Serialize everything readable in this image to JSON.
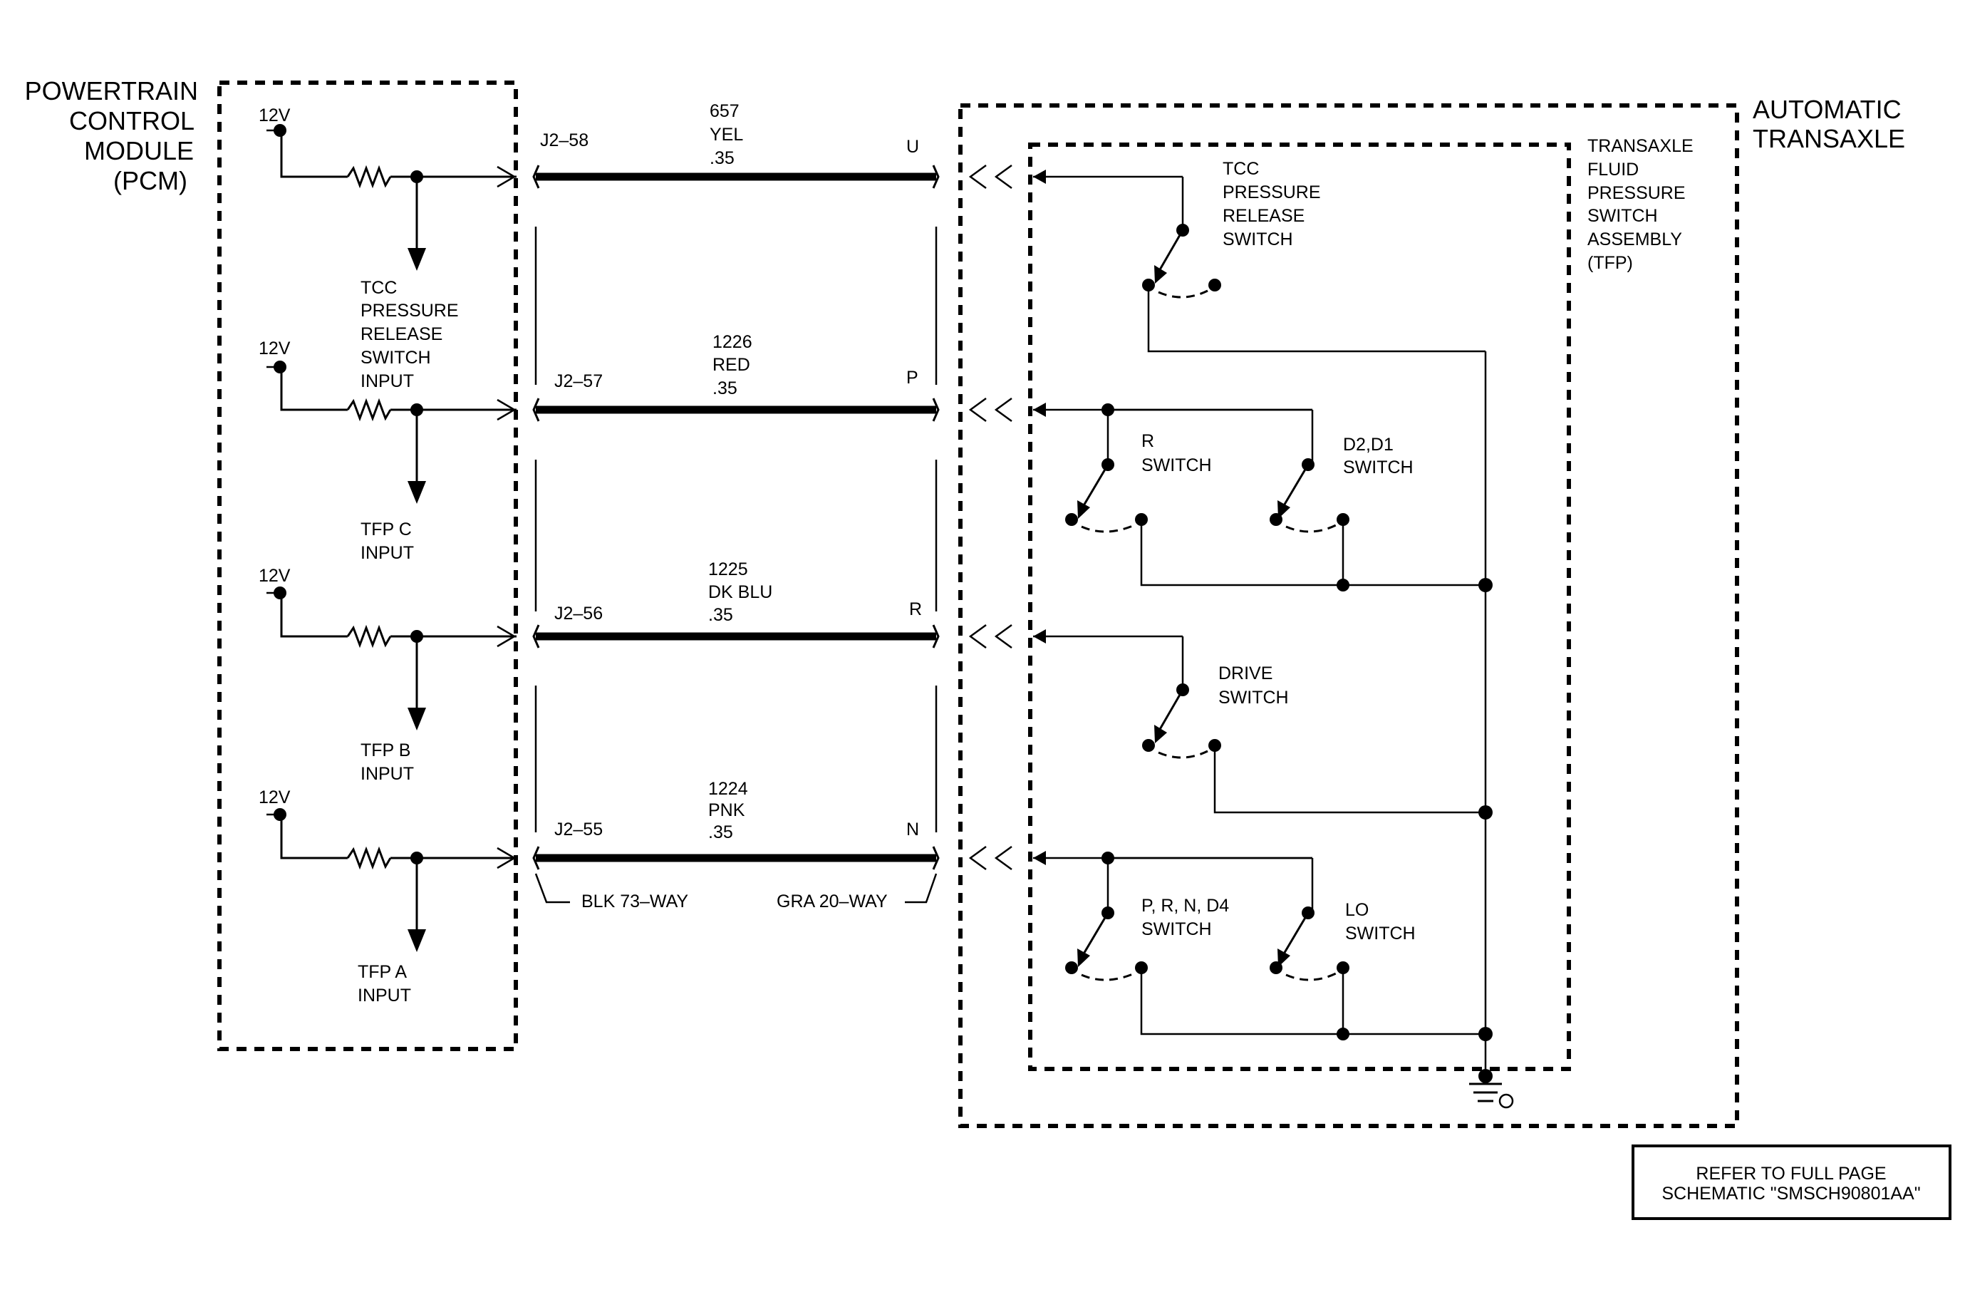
{
  "pcm": {
    "title_lines": [
      "POWERTRAIN",
      "CONTROL",
      "MODULE",
      "(PCM)"
    ],
    "supply_label": "12V",
    "inputs": [
      {
        "label_lines": [
          "TCC",
          "PRESSURE",
          "RELEASE",
          "SWITCH",
          "INPUT"
        ]
      },
      {
        "label_lines": [
          "TFP C",
          "INPUT"
        ]
      },
      {
        "label_lines": [
          "TFP B",
          "INPUT"
        ]
      },
      {
        "label_lines": [
          "TFP A",
          "INPUT"
        ]
      }
    ]
  },
  "circuits": [
    {
      "pcm_pin": "J2–58",
      "circuit": "657",
      "color": "YEL",
      "gauge": ".35",
      "trans_pin": "U"
    },
    {
      "pcm_pin": "J2–57",
      "circuit": "1226",
      "color": "RED",
      "gauge": ".35",
      "trans_pin": "P"
    },
    {
      "pcm_pin": "J2–56",
      "circuit": "1225",
      "color": "DK BLU",
      "gauge": ".35",
      "trans_pin": "R"
    },
    {
      "pcm_pin": "J2–55",
      "circuit": "1224",
      "color": "PNK",
      "gauge": ".35",
      "trans_pin": "N"
    }
  ],
  "connectors": {
    "left": "BLK 73–WAY",
    "right": "GRA 20–WAY"
  },
  "transaxle": {
    "title_lines": [
      "AUTOMATIC",
      "TRANSAXLE"
    ],
    "assembly_lines": [
      "TRANSAXLE",
      "FLUID",
      "PRESSURE",
      "SWITCH",
      "ASSEMBLY",
      "(TFP)"
    ],
    "switches": {
      "tcc": [
        "TCC",
        "PRESSURE",
        "RELEASE",
        "SWITCH"
      ],
      "r": [
        "R",
        "SWITCH"
      ],
      "d2d1": [
        "D2,D1",
        "SWITCH"
      ],
      "drive": [
        "DRIVE",
        "SWITCH"
      ],
      "prnd4": [
        "P, R, N, D4",
        "SWITCH"
      ],
      "lo": [
        "LO",
        "SWITCH"
      ]
    }
  },
  "reference_box": {
    "lines": [
      "REFER TO FULL PAGE",
      "SCHEMATIC \"SMSCH90801AA\""
    ]
  }
}
